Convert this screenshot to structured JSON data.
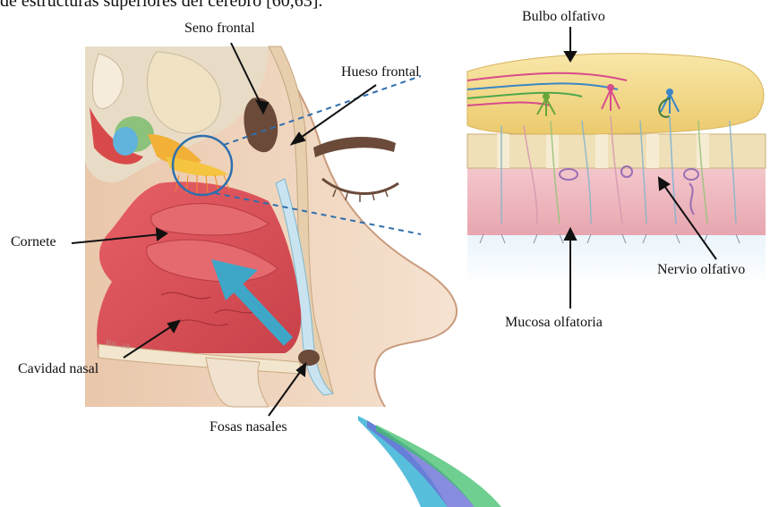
{
  "caption_fragment": "de estructuras superiores del cerebro [60,63].",
  "labels": {
    "seno_frontal": "Seno frontal",
    "hueso_frontal": "Hueso frontal",
    "bulbo_olfativo": "Bulbo olfativo",
    "cornete": "Cornete",
    "cavidad_nasal": "Cavidad nasal",
    "fosas_nasales": "Fosas nasales",
    "nervio_olfativo": "Nervio olfativo",
    "mucosa_olfatoria": "Mucosa olfatoria",
    "watermark": "Ro...ra"
  },
  "colors": {
    "skin": "#f2d7bf",
    "cavity": "#d94f55",
    "bone": "#e8ddc2",
    "sinus": "#6b4a3a",
    "bulb": "#f3d98b",
    "arrow": "#3ea6c7",
    "zoom_circle": "#2e6fad"
  }
}
